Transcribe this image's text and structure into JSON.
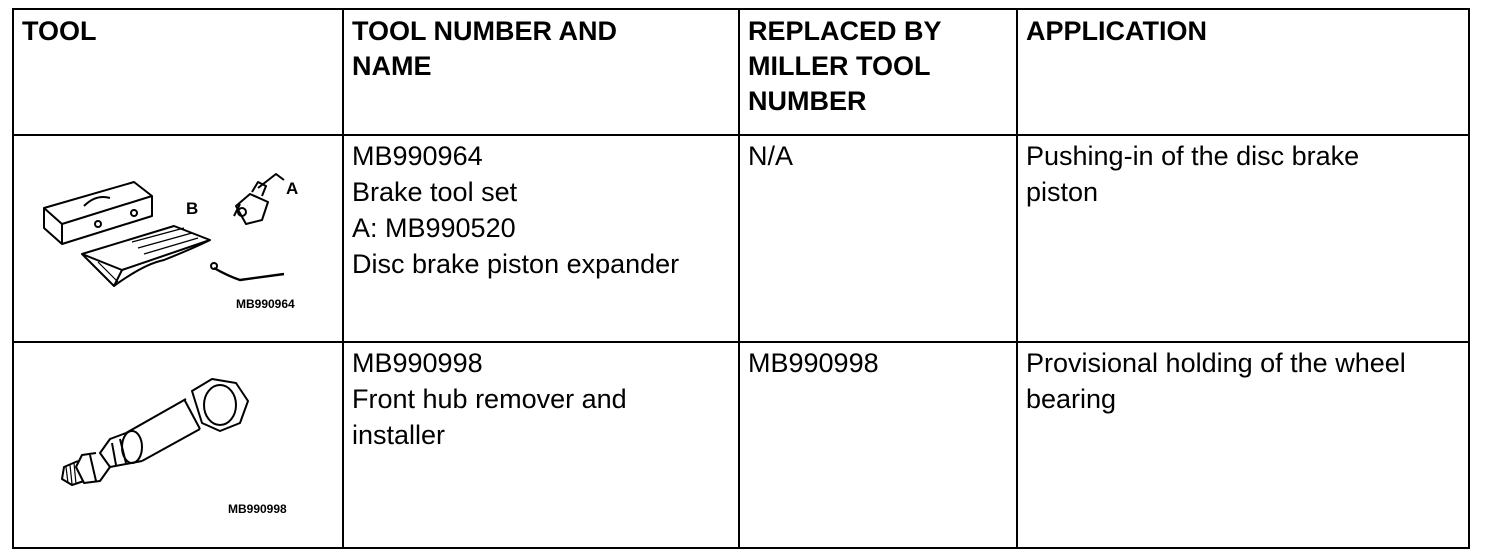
{
  "headers": {
    "tool": "TOOL",
    "tool_number": "TOOL NUMBER AND NAME",
    "replaced_by": "REPLACED BY MILLER TOOL NUMBER",
    "application": "APPLICATION"
  },
  "rows": [
    {
      "figure_caption": "MB990964",
      "figure_letters": [
        "A",
        "B"
      ],
      "number_lines": [
        "MB990964",
        "Brake tool set",
        "A: MB990520",
        "Disc brake piston expander"
      ],
      "replaced_by": "N/A",
      "application": "Pushing-in of the disc brake piston"
    },
    {
      "figure_caption": "MB990998",
      "number_lines": [
        "MB990998",
        "Front hub remover and",
        "installer"
      ],
      "replaced_by": "MB990998",
      "application": "Provisional holding of the wheel bearing"
    }
  ]
}
